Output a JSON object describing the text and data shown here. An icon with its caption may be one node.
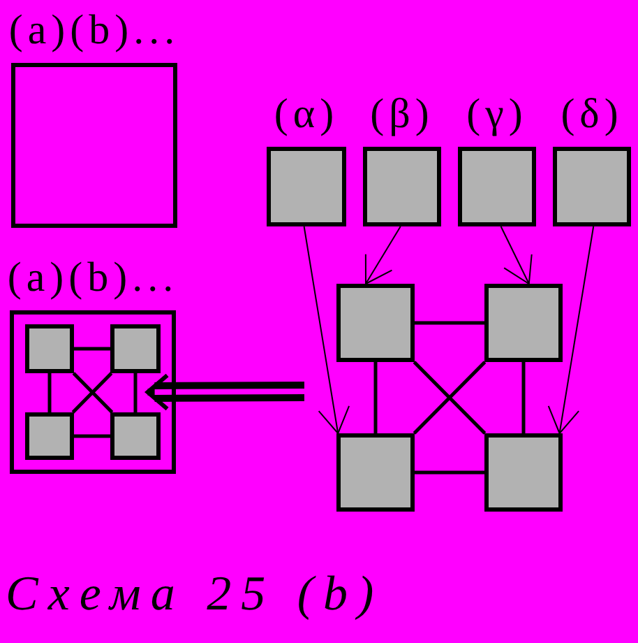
{
  "diagram": {
    "caption": "Схема 25 (b)",
    "nodes": [
      {
        "text": [
          "(a)(b)..."
        ]
      },
      {
        "text": [
          "(α)"
        ]
      },
      {
        "text": [
          "(β)"
        ]
      },
      {
        "text": [
          "(γ)"
        ]
      },
      {
        "text": [
          "(δ)"
        ]
      },
      {
        "text": [
          "(a)(b)..."
        ]
      },
      {
        "text": [],
        "shape": "box",
        "in": 5
      },
      {
        "text": [],
        "shape": "box",
        "in": 5
      },
      {
        "text": [],
        "shape": "box",
        "in": 5
      },
      {
        "text": [],
        "shape": "box",
        "in": 5
      },
      {
        "text": [],
        "shape": "box"
      },
      {
        "text": [],
        "shape": "box"
      },
      {
        "text": [],
        "shape": "box"
      },
      {
        "text": [],
        "shape": "box"
      }
    ],
    "edges": [
      {
        "from": 1,
        "to": 12,
        "arrow": "to"
      },
      {
        "from": 2,
        "to": 10,
        "arrow": "to"
      },
      {
        "from": 3,
        "to": 11,
        "arrow": "to"
      },
      {
        "from": 4,
        "to": 13,
        "arrow": "to"
      },
      {
        "from": 6,
        "to": 7,
        "arrow": "none"
      },
      {
        "from": 6,
        "to": 8,
        "arrow": "none"
      },
      {
        "from": 6,
        "to": 9,
        "arrow": "none"
      },
      {
        "from": 7,
        "to": 8,
        "arrow": "none"
      },
      {
        "from": 7,
        "to": 9,
        "arrow": "none"
      },
      {
        "from": 8,
        "to": 9,
        "arrow": "none"
      },
      {
        "from": null,
        "to": 5,
        "arrow": "to",
        "style": "thick"
      },
      {
        "from": 10,
        "to": 11,
        "arrow": "none"
      },
      {
        "from": 10,
        "to": 12,
        "arrow": "none"
      },
      {
        "from": 10,
        "to": 13,
        "arrow": "none"
      },
      {
        "from": 11,
        "to": 12,
        "arrow": "none"
      },
      {
        "from": 11,
        "to": 13,
        "arrow": "none"
      },
      {
        "from": 12,
        "to": 13,
        "arrow": "none"
      }
    ]
  }
}
